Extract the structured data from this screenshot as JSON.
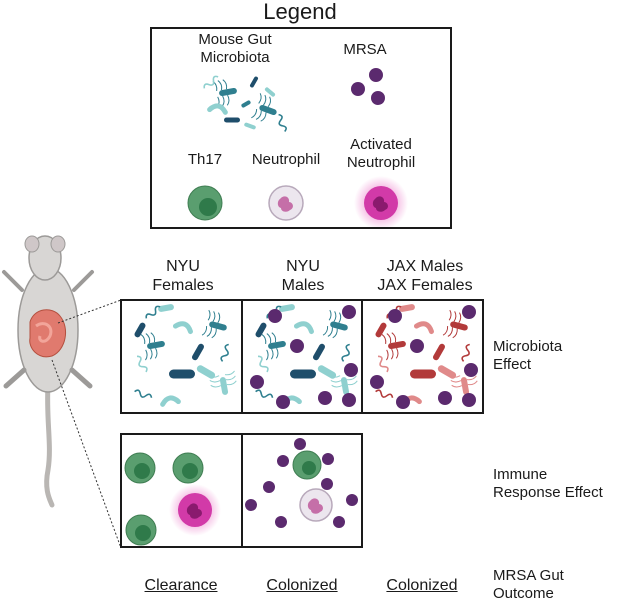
{
  "legend": {
    "title": "Legend",
    "items": {
      "gut_microbiota": "Mouse Gut\nMicrobiota",
      "mrsa": "MRSA",
      "th17": "Th17",
      "neutrophil": "Neutrophil",
      "activated_neutrophil": "Activated\nNeutrophil"
    }
  },
  "groups": [
    {
      "label": "NYU\nFemales",
      "microbiota": "healthy",
      "mrsa_in_microbiota": false,
      "immune": "activated",
      "outcome": "Clearance"
    },
    {
      "label": "NYU\nMales",
      "microbiota": "healthy",
      "mrsa_in_microbiota": true,
      "immune": "resting",
      "outcome": "Colonized"
    },
    {
      "label": "JAX Males\nJAX Females",
      "microbiota": "altered",
      "mrsa_in_microbiota": true,
      "immune": null,
      "outcome": "Colonized"
    }
  ],
  "row_labels": {
    "microbiota": "Microbiota\nEffect",
    "immune": "Immune\nResponse Effect",
    "outcome": "MRSA Gut\nOutcome"
  },
  "colors": {
    "mrsa": "#5b2a6e",
    "th17_outer": "#5a9e6f",
    "th17_inner": "#2f7a4a",
    "neutrophil_fill": "#ece6ee",
    "neutrophil_nucleus": "#c56fa8",
    "activated_outer": "#d23aa8",
    "activated_nucleus": "#8a1a6e",
    "bacteria_teal": "#2f7f8f",
    "bacteria_light": "#8fd0cf",
    "bacteria_dark": "#1f4e6b",
    "bacteria_red": "#b23a3a",
    "bacteria_pink": "#e08a8a",
    "mouse_body": "#d8d6d4",
    "mouse_gut": "#e07a6e"
  }
}
